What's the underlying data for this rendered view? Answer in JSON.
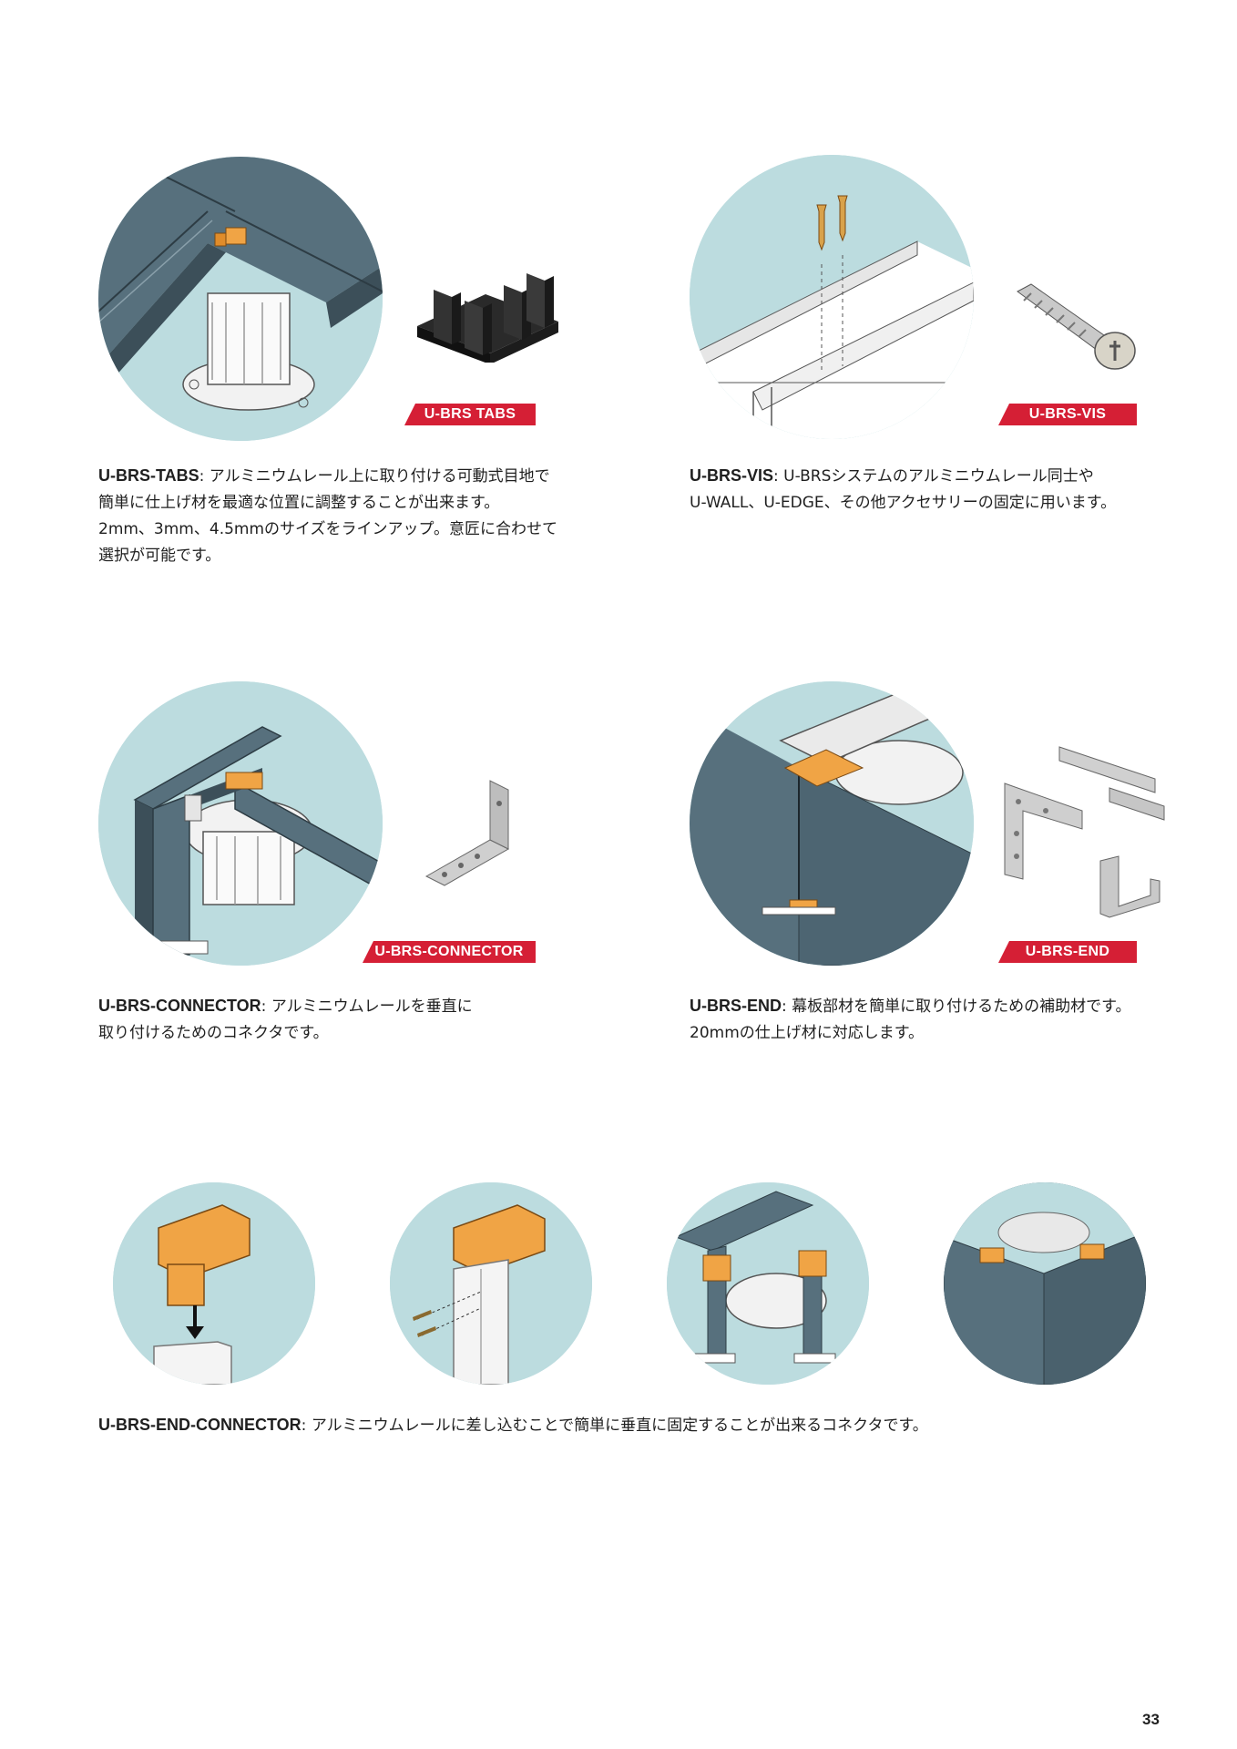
{
  "sections": {
    "tabs": {
      "tag": "U-BRS TABS",
      "name": "U-BRS-TABS",
      "sep": ": ",
      "lines": [
        "アルミニウムレール上に取り付ける可動式目地で",
        "簡単に仕上げ材を最適な位置に調整することが出来ます。",
        "2mm、3mm、4.5mmのサイズをラインアップ。意匠に合わせて",
        "選択が可能です。"
      ]
    },
    "vis": {
      "tag": "U-BRS-VIS",
      "name": "U-BRS-VIS",
      "sep": ": ",
      "lines": [
        "U-BRSシステムのアルミニウムレール同士や",
        "U-WALL、U-EDGE、その他アクセサリーの固定に用います。"
      ]
    },
    "connector": {
      "tag": "U-BRS-CONNECTOR",
      "name": "U-BRS-CONNECTOR",
      "sep": ": ",
      "lines": [
        "アルミニウムレールを垂直に",
        "取り付けるためのコネクタです。"
      ]
    },
    "end": {
      "tag": "U-BRS-END",
      "name": "U-BRS-END",
      "sep": ": ",
      "lines": [
        "幕板部材を簡単に取り付けるための補助材です。",
        "20mmの仕上げ材に対応します。"
      ]
    },
    "end_connector": {
      "name": "U-BRS-END-CONNECTOR",
      "sep": ": ",
      "lines": [
        "アルミニウムレールに差し込むことで簡単に垂直に固定することが出来るコネクタです。"
      ]
    }
  },
  "page_number": "33",
  "colors": {
    "circle_bg": "#bcdcdf",
    "slate": "#57707d",
    "orange": "#f0a445",
    "tag_red": "#d51f35"
  }
}
